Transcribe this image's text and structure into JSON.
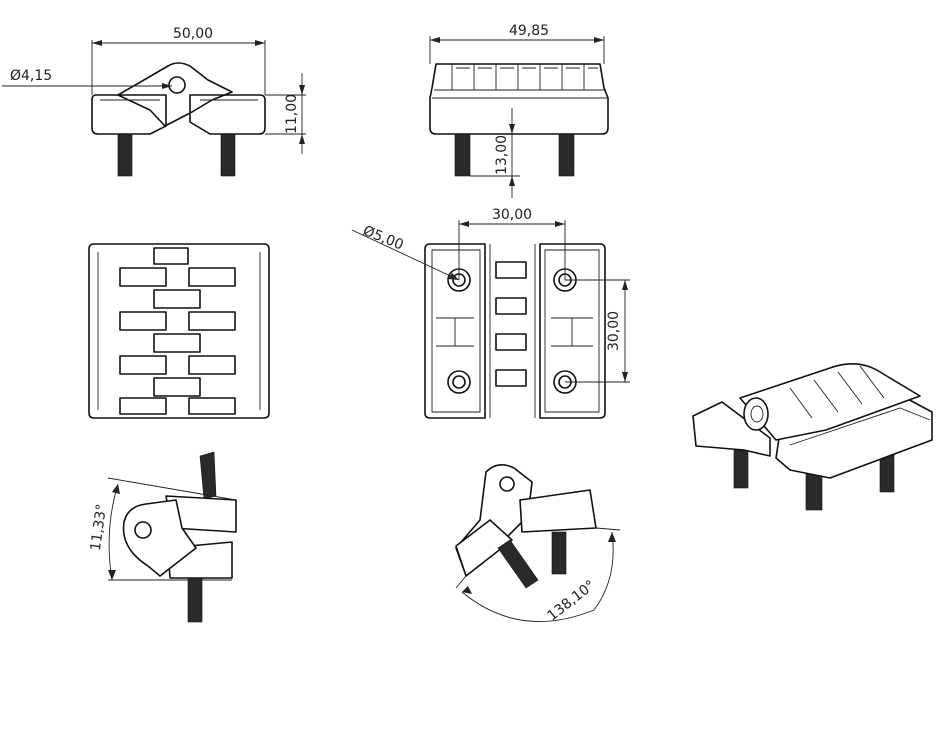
{
  "dimensions": {
    "front_width": "50,00",
    "pin_diameter": "Ø4,15",
    "front_height": "11,00",
    "side_width": "49,85",
    "screw_length": "13,00",
    "hole_spacing_x": "30,00",
    "hole_diameter": "Ø5,00",
    "hole_spacing_y": "30,00",
    "min_angle": "11,33°",
    "max_angle": "138,10°"
  }
}
